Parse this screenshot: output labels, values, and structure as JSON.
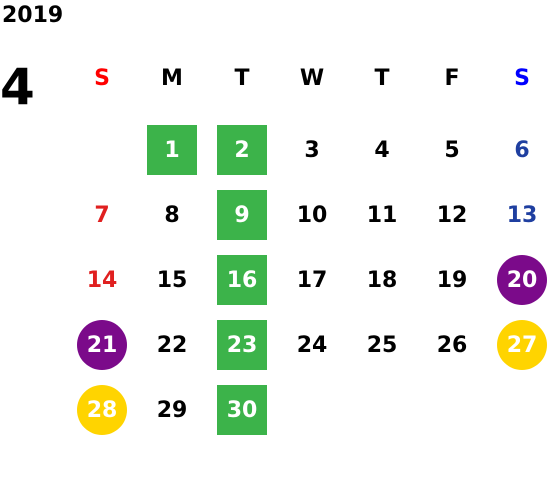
{
  "year": "2019",
  "month": "4",
  "weekdays": [
    "S",
    "M",
    "T",
    "W",
    "T",
    "F",
    "S"
  ],
  "weekday_colors": {
    "sunday": "#ff0000",
    "saturday": "#0000ff",
    "default": "#000000"
  },
  "day_colors": {
    "green": "#3cb34a",
    "purple": "#7b0a8a",
    "yellow": "#ffd400",
    "sunday": "#e02020",
    "saturday": "#1f3fa0"
  },
  "weeks": [
    [
      {
        "d": ""
      },
      {
        "d": "1",
        "style": "green"
      },
      {
        "d": "2",
        "style": "green"
      },
      {
        "d": "3"
      },
      {
        "d": "4"
      },
      {
        "d": "5"
      },
      {
        "d": "6",
        "style": "saturday"
      }
    ],
    [
      {
        "d": "7",
        "style": "sunday"
      },
      {
        "d": "8"
      },
      {
        "d": "9",
        "style": "green"
      },
      {
        "d": "10"
      },
      {
        "d": "11"
      },
      {
        "d": "12"
      },
      {
        "d": "13",
        "style": "saturday"
      }
    ],
    [
      {
        "d": "14",
        "style": "sunday"
      },
      {
        "d": "15"
      },
      {
        "d": "16",
        "style": "green"
      },
      {
        "d": "17"
      },
      {
        "d": "18"
      },
      {
        "d": "19"
      },
      {
        "d": "20",
        "style": "purple"
      }
    ],
    [
      {
        "d": "21",
        "style": "purple"
      },
      {
        "d": "22"
      },
      {
        "d": "23",
        "style": "green"
      },
      {
        "d": "24"
      },
      {
        "d": "25"
      },
      {
        "d": "26"
      },
      {
        "d": "27",
        "style": "yellow"
      }
    ],
    [
      {
        "d": "28",
        "style": "yellow"
      },
      {
        "d": "29"
      },
      {
        "d": "30",
        "style": "green"
      }
    ]
  ]
}
